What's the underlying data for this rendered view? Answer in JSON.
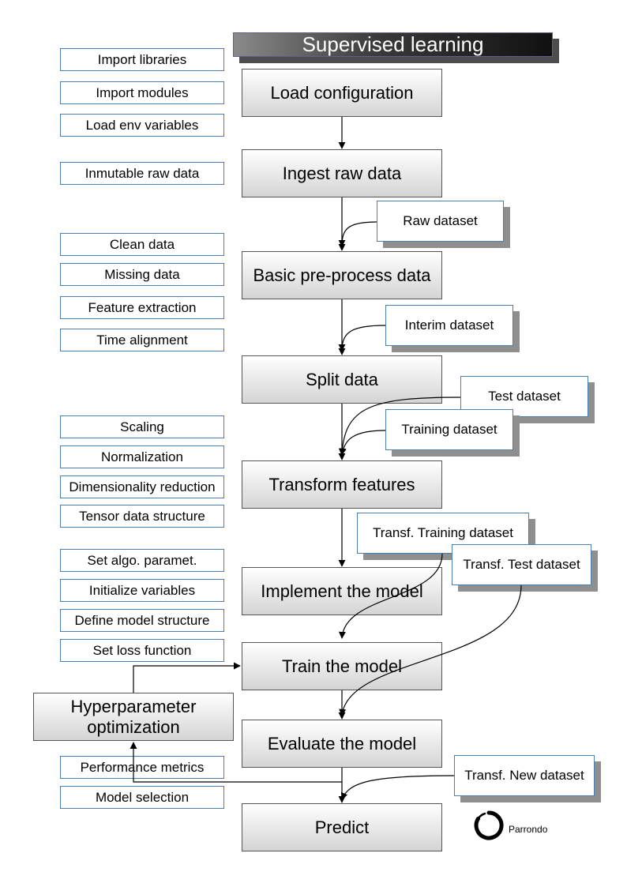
{
  "title": "Supervised learning",
  "steps": {
    "load_config": "Load configuration",
    "ingest": "Ingest raw data",
    "preprocess": "Basic pre-process data",
    "split": "Split data",
    "transform": "Transform features",
    "implement": "Implement the model",
    "train": "Train the model",
    "evaluate": "Evaluate the model",
    "predict": "Predict",
    "hyperparam": "Hyperparameter optimization"
  },
  "side_notes": {
    "import_libraries": "Import libraries",
    "import_modules": "Import modules",
    "load_env": "Load env variables",
    "immutable": "Inmutable raw data",
    "clean": "Clean data",
    "missing": "Missing data",
    "feature_extraction": "Feature extraction",
    "time_alignment": "Time alignment",
    "scaling": "Scaling",
    "normalization": "Normalization",
    "dim_reduction": "Dimensionality reduction",
    "tensor": "Tensor data structure",
    "set_algo": "Set algo. paramet.",
    "init_vars": "Initialize variables",
    "define_structure": "Define model structure",
    "set_loss": "Set loss function",
    "perf_metrics": "Performance metrics",
    "model_selection": "Model selection"
  },
  "datasets": {
    "raw": "Raw dataset",
    "interim": "Interim dataset",
    "test": "Test dataset",
    "training": "Training dataset",
    "transf_training": "Transf. Training dataset",
    "transf_test": "Transf. Test dataset",
    "transf_new": "Transf. New dataset"
  },
  "logo": {
    "text": "Parrondo"
  },
  "colors": {
    "side_border": "#4a7fb0",
    "step_gradient_top": "#ffffff",
    "step_gradient_bottom": "#d4d4d4",
    "dataset_shadow": "#8f8f8f",
    "title_text": "#ffffff"
  }
}
